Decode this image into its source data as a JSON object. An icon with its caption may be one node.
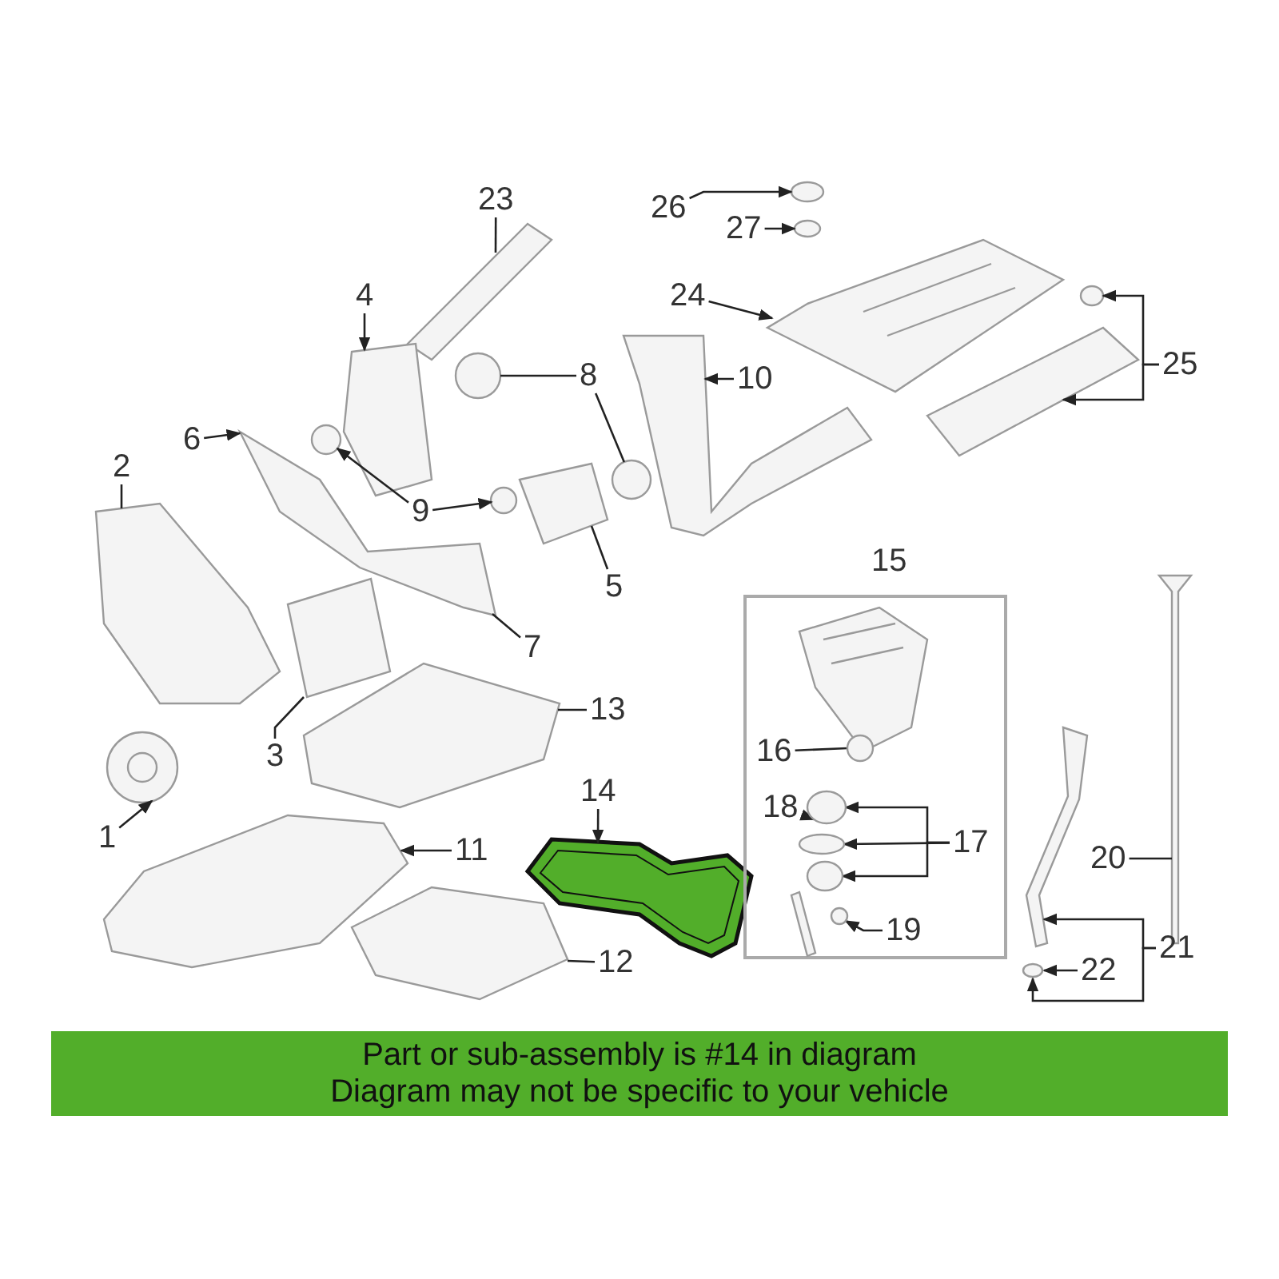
{
  "diagram": {
    "nodes": [
      {
        "text": [
          "23"
        ]
      },
      {
        "text": [
          "26"
        ]
      },
      {
        "text": [
          "27"
        ]
      },
      {
        "text": [
          "24"
        ]
      },
      {
        "text": [
          "4"
        ]
      },
      {
        "text": [
          "25"
        ]
      },
      {
        "text": [
          "8"
        ]
      },
      {
        "text": [
          "10"
        ]
      },
      {
        "text": [
          "6"
        ]
      },
      {
        "text": [
          "2"
        ]
      },
      {
        "text": [
          "9"
        ]
      },
      {
        "text": [
          "15"
        ]
      },
      {
        "text": [
          "5"
        ]
      },
      {
        "text": [
          "7"
        ]
      },
      {
        "text": [
          "13"
        ]
      },
      {
        "text": [
          "3"
        ]
      },
      {
        "text": [
          "16"
        ],
        "in": 11
      },
      {
        "text": [
          "14"
        ]
      },
      {
        "text": [
          "18"
        ],
        "in": 11
      },
      {
        "text": [
          "17"
        ],
        "in": 11
      },
      {
        "text": [
          "1"
        ]
      },
      {
        "text": [
          "11"
        ]
      },
      {
        "text": [
          "20"
        ]
      },
      {
        "text": [
          "19"
        ],
        "in": 11
      },
      {
        "text": [
          "21"
        ]
      },
      {
        "text": [
          "22"
        ]
      },
      {
        "text": [
          "12"
        ]
      },
      {
        "text": [
          "Part or sub-assembly is #14 in diagram",
          "Diagram may not be specific to your vehicle"
        ]
      },
      {
        "text": [],
        "shape": "picture"
      },
      {
        "text": [],
        "shape": "picture"
      },
      {
        "text": [],
        "shape": "picture"
      },
      {
        "text": [],
        "shape": "picture"
      },
      {
        "text": [],
        "shape": "picture"
      },
      {
        "text": [],
        "shape": "picture"
      },
      {
        "text": [],
        "shape": "picture"
      },
      {
        "text": [],
        "shape": "picture"
      },
      {
        "text": [],
        "shape": "picture"
      },
      {
        "text": [],
        "shape": "picture"
      },
      {
        "text": [],
        "shape": "picture"
      },
      {
        "text": [],
        "shape": "picture"
      },
      {
        "text": [],
        "shape": "picture"
      },
      {
        "text": [],
        "shape": "picture"
      },
      {
        "text": [],
        "shape": "picture"
      },
      {
        "text": [],
        "shape": "picture"
      },
      {
        "text": [],
        "shape": "picture"
      },
      {
        "text": [],
        "shape": "picture",
        "in": 11
      },
      {
        "text": [],
        "shape": "picture"
      },
      {
        "text": [],
        "shape": "picture",
        "in": 11
      },
      {
        "text": [],
        "shape": "picture",
        "in": 11
      },
      {
        "text": [],
        "shape": "picture",
        "in": 11
      },
      {
        "text": [],
        "shape": "picture"
      },
      {
        "text": [],
        "shape": "picture"
      },
      {
        "text": [],
        "shape": "picture"
      },
      {
        "text": [],
        "shape": "picture",
        "in": 11
      },
      {
        "text": [],
        "shape": "picture"
      },
      {
        "text": [],
        "shape": "picture"
      },
      {
        "text": [],
        "shape": "picture"
      }
    ],
    "edges": [
      {
        "from": 0,
        "to": 28,
        "arrow": "none"
      },
      {
        "from": 1,
        "to": 29,
        "arrow": "to"
      },
      {
        "from": 2,
        "to": 30,
        "arrow": "to"
      },
      {
        "from": 3,
        "to": 31,
        "arrow": "to"
      },
      {
        "from": 4,
        "to": 32,
        "arrow": "to"
      },
      {
        "from": 5,
        "to": 33,
        "arrow": "to"
      },
      {
        "from": 5,
        "to": 34,
        "arrow": "to"
      },
      {
        "from": 6,
        "to": 35,
        "arrow": "none"
      },
      {
        "from": 6,
        "to": 36,
        "arrow": "none"
      },
      {
        "from": 7,
        "to": 37,
        "arrow": "to"
      },
      {
        "from": 8,
        "to": 38,
        "arrow": "to"
      },
      {
        "from": 9,
        "to": 39,
        "arrow": "none"
      },
      {
        "from": 10,
        "to": 40,
        "arrow": "to"
      },
      {
        "from": 10,
        "to": 41,
        "arrow": "to"
      },
      {
        "from": 12,
        "to": 42,
        "arrow": "none"
      },
      {
        "from": 13,
        "to": 38,
        "arrow": "none"
      },
      {
        "from": 14,
        "to": 43,
        "arrow": "none"
      },
      {
        "from": 15,
        "to": 44,
        "arrow": "none"
      },
      {
        "from": 16,
        "to": 45,
        "arrow": "none"
      },
      {
        "from": 17,
        "to": 46,
        "arrow": "to"
      },
      {
        "from": 18,
        "to": 47,
        "arrow": "to"
      },
      {
        "from": 19,
        "to": 47,
        "arrow": "to"
      },
      {
        "from": 19,
        "to": 48,
        "arrow": "to"
      },
      {
        "from": 19,
        "to": 49,
        "arrow": "to"
      },
      {
        "from": 20,
        "to": 50,
        "arrow": "to"
      },
      {
        "from": 21,
        "to": 51,
        "arrow": "to"
      },
      {
        "from": 22,
        "to": 52,
        "arrow": "none"
      },
      {
        "from": 23,
        "to": 53,
        "arrow": "to"
      },
      {
        "from": 24,
        "to": 54,
        "arrow": "to"
      },
      {
        "from": 24,
        "to": 55,
        "arrow": "to"
      },
      {
        "from": 25,
        "to": 55,
        "arrow": "to"
      },
      {
        "from": 26,
        "to": 56,
        "arrow": "none"
      }
    ]
  }
}
